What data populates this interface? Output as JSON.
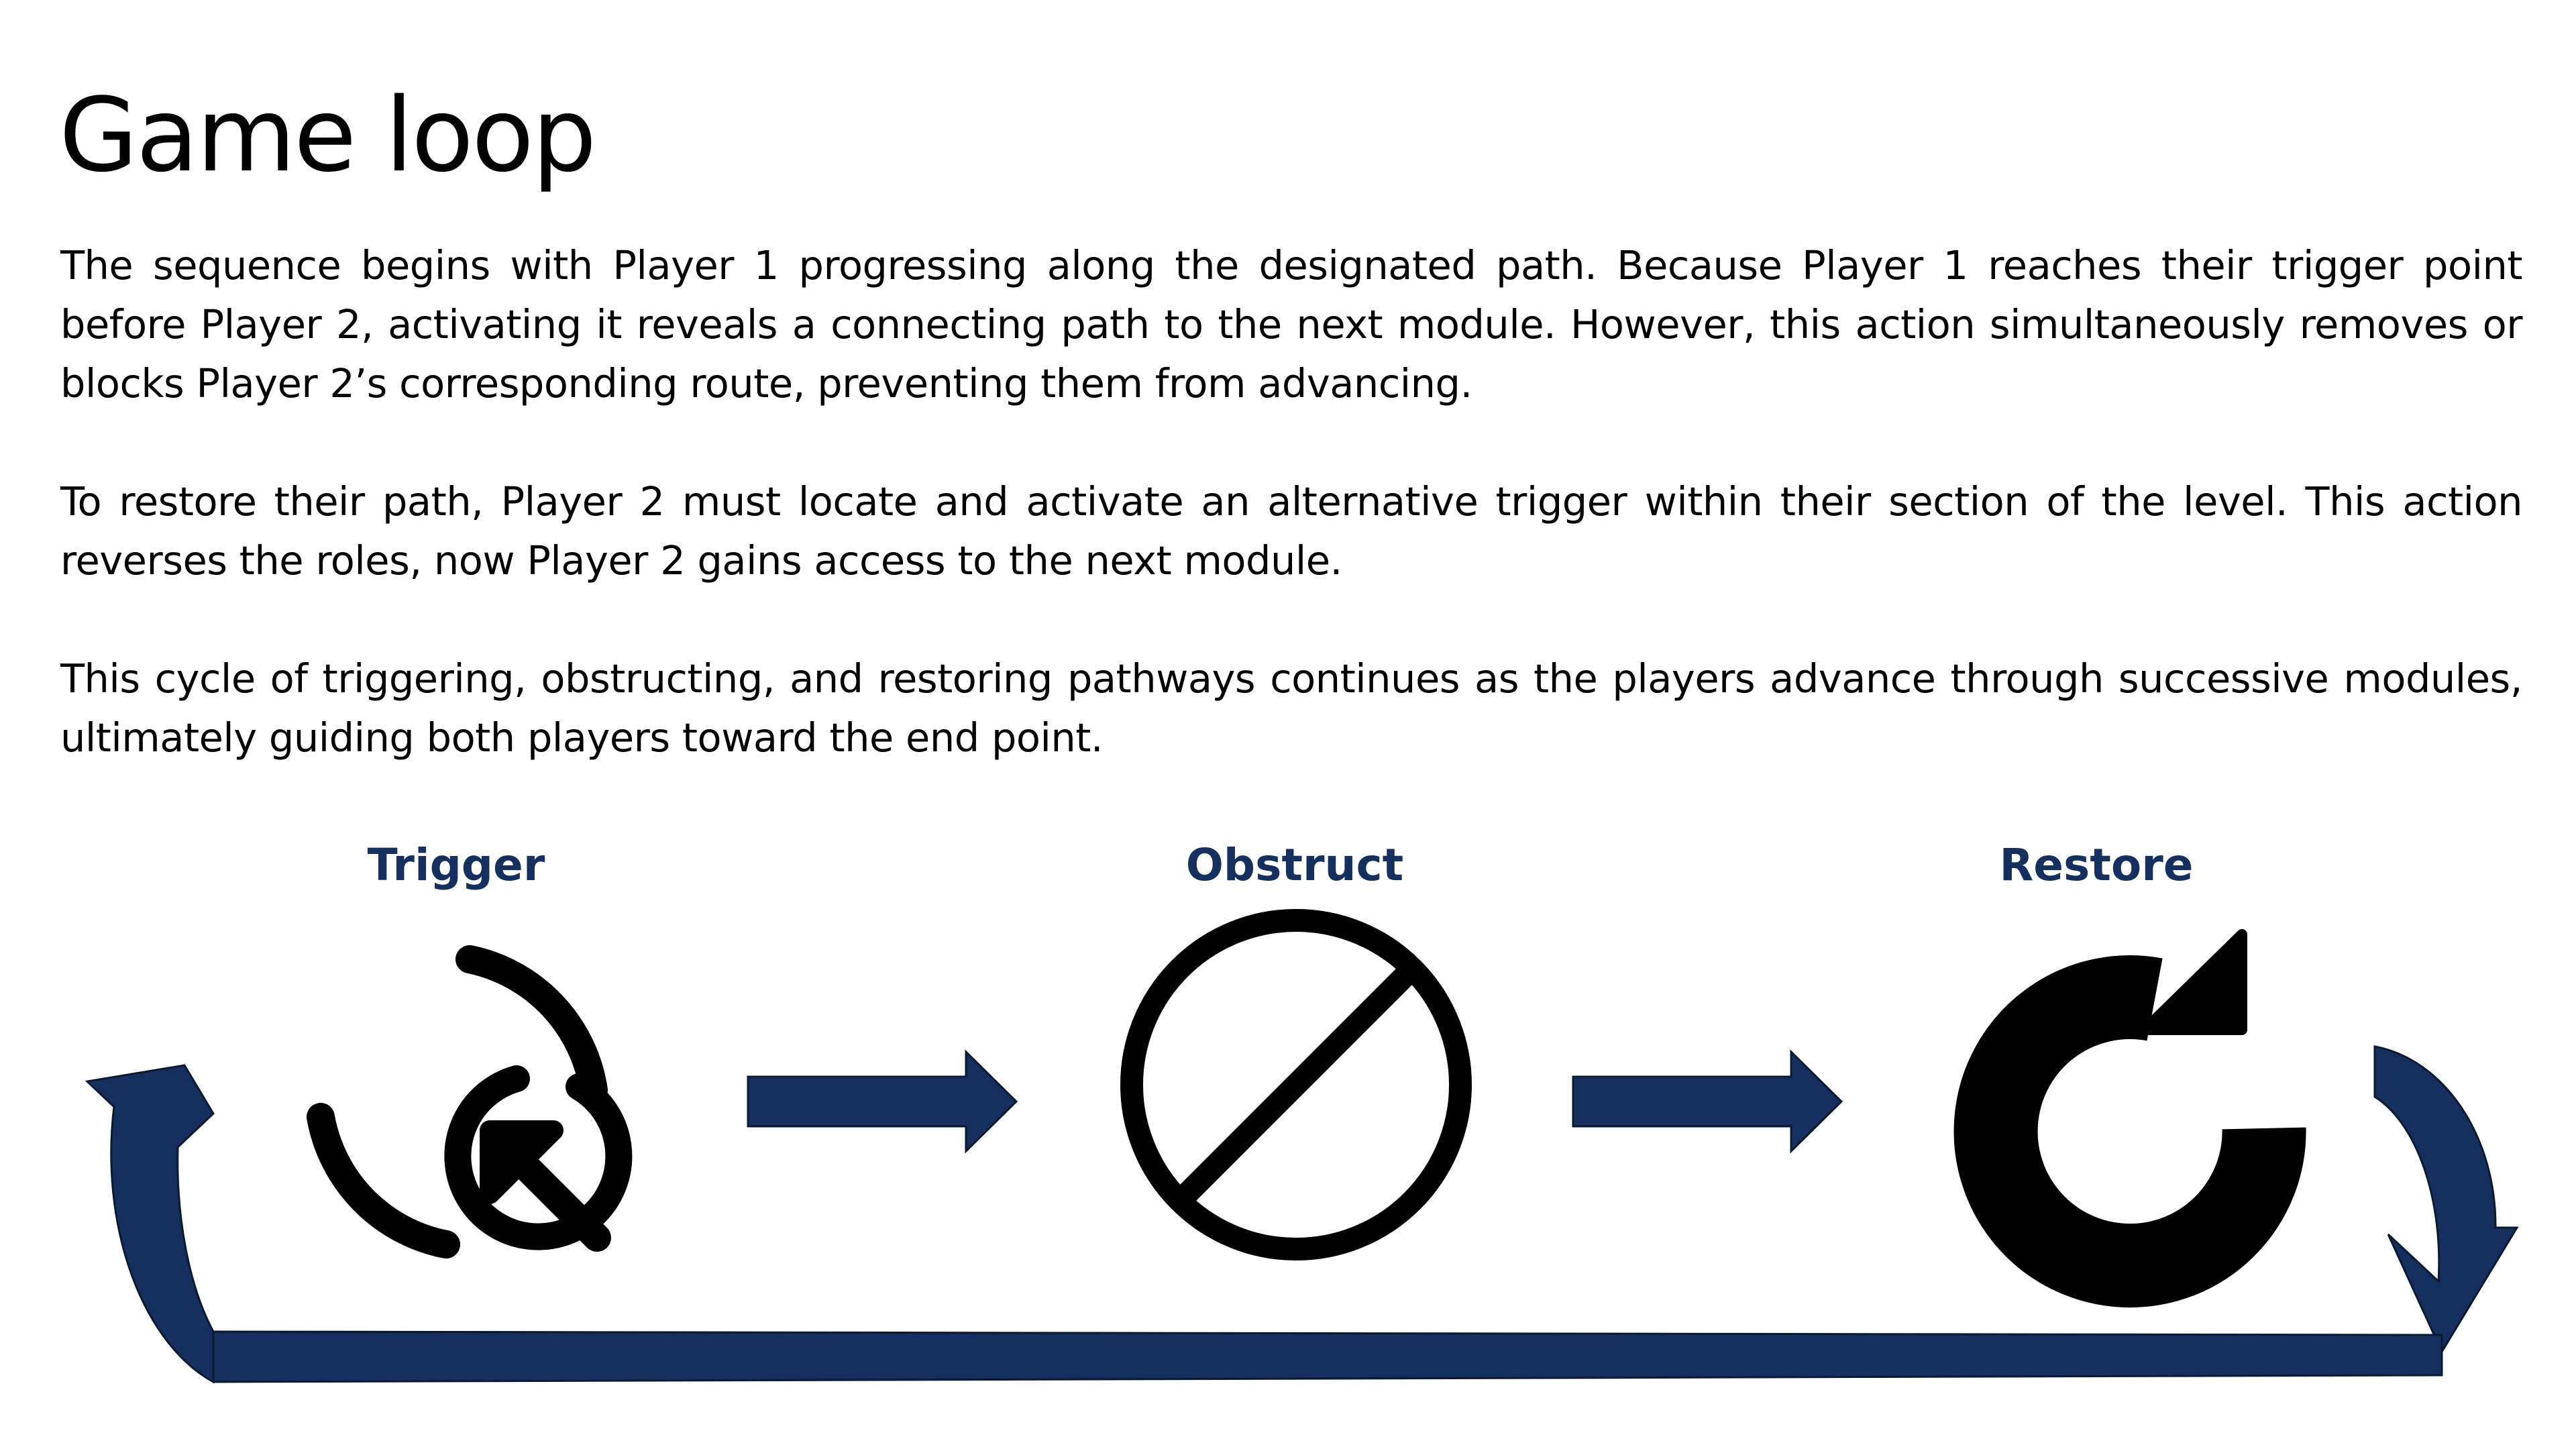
{
  "slide": {
    "title": "Game loop",
    "paragraphs": [
      "The sequence begins with Player 1 progressing along the designated path. Because Player 1 reaches their trigger point before Player 2, activating it reveals a connecting path to the next module. However, this action simultaneously removes or blocks Player 2’s corresponding route, preventing them from advancing.",
      "To restore their path, Player 2 must locate and activate an alternative trigger within their section of the level. This action reverses the roles, now Player 2 gains access to the next module.",
      "This cycle of triggering, obstructing, and restoring pathways continues as the players advance through successive modules, ultimately guiding both players toward the end point."
    ]
  },
  "diagram": {
    "steps": [
      {
        "label": "Trigger",
        "icon": "trigger-tap-icon"
      },
      {
        "label": "Obstruct",
        "icon": "prohibited-icon"
      },
      {
        "label": "Restore",
        "icon": "refresh-icon"
      }
    ],
    "colors": {
      "accent": "#15305e",
      "icon": "#000000"
    }
  }
}
